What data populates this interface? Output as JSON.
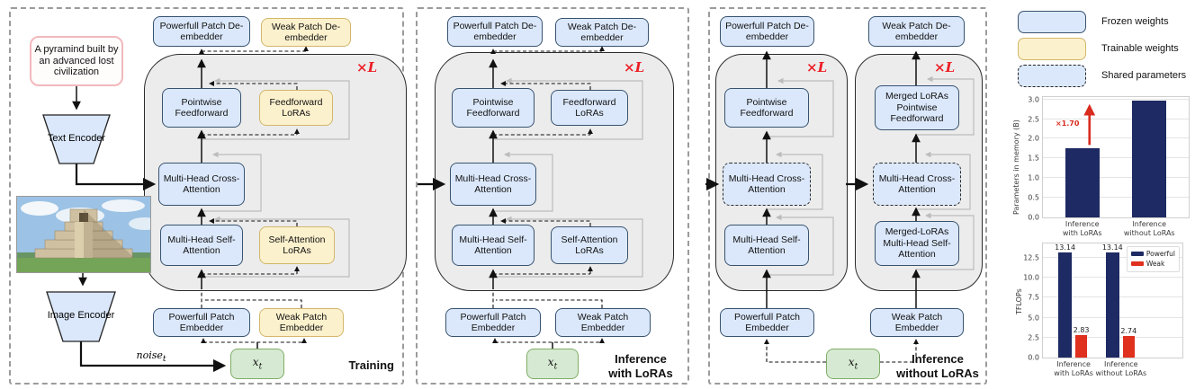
{
  "figure": {
    "panel1": {
      "label": "Training",
      "prompt": "A pyramind built by an advanced lost civilization",
      "text_encoder": "Text Encoder",
      "image_encoder": "Image Encoder",
      "noise_base": "noise",
      "noise_sub": "t",
      "xt_base": "x",
      "xt_sub": "t",
      "loop": "×L",
      "de_embedder_powerful": "Powerfull Patch De-embedder",
      "de_embedder_weak": "Weak Patch De-embedder",
      "pointwise_feedforward": "Pointwise Feedforward",
      "feedforward_loras": "Feedforward LoRAs",
      "cross_attention": "Multi-Head Cross-Attention",
      "self_attention": "Multi-Head Self-Attention",
      "self_attention_loras": "Self-Attention LoRAs",
      "embedder_powerful": "Powerfull Patch Embedder",
      "embedder_weak": "Weak Patch Embedder"
    },
    "panel2": {
      "label": "Inference with LoRAs",
      "xt_base": "x",
      "xt_sub": "t",
      "loop": "×L",
      "de_embedder_powerful": "Powerfull Patch De-embedder",
      "de_embedder_weak": "Weak Patch De-embedder",
      "pointwise_feedforward": "Pointwise Feedforward",
      "feedforward_loras": "Feedforward LoRAs",
      "cross_attention": "Multi-Head Cross-Attention",
      "self_attention": "Multi-Head Self-Attention",
      "self_attention_loras": "Self-Attention LoRAs",
      "embedder_powerful": "Powerfull Patch Embedder",
      "embedder_weak": "Weak Patch Embedder"
    },
    "panel3": {
      "label": "Inference without LoRAs",
      "xt_base": "x",
      "xt_sub": "t",
      "loop": "×L",
      "left": {
        "de_embedder": "Powerfull Patch De-embedder",
        "pointwise_feedforward": "Pointwise Feedforward",
        "cross_attention": "Multi-Head Cross-Attention",
        "self_attention": "Multi-Head Self-Attention",
        "embedder": "Powerfull Patch Embedder"
      },
      "right": {
        "de_embedder": "Weak Patch De-embedder",
        "pointwise_feedforward": "Merged LoRAs Pointwise Feedforward",
        "cross_attention": "Multi-Head Cross-Attention",
        "self_attention": "Merged-LoRAs Multi-Head Self-Attention",
        "embedder": "Weak Patch Embedder"
      }
    },
    "legend": {
      "items": [
        {
          "label": "Frozen weights"
        },
        {
          "label": "Trainable weights"
        },
        {
          "label": "Shared parameters"
        }
      ]
    },
    "colors": {
      "frozen_fill": "#dbe8fb",
      "frozen_border": "#38536f",
      "trainable_fill": "#fcf1cd",
      "trainable_border": "#d3b76a",
      "latent_fill": "#d6e9d2",
      "latent_border": "#7fae66",
      "loop_label": "#ed1c24",
      "prompt_border": "#f2b9bd",
      "bar_navy": "#1e2a63",
      "bar_red": "#e0301e"
    }
  },
  "chart_data": [
    {
      "type": "bar",
      "ylabel": "Parameters in memory (B)",
      "categories": [
        "Inference\nwith LoRAs",
        "Inference\nwithout LoRAs"
      ],
      "values": [
        1.75,
        2.97
      ],
      "ylim": [
        0,
        3.0
      ],
      "yticks": [
        0.0,
        0.5,
        1.0,
        1.5,
        2.0,
        2.5,
        3.0
      ],
      "bar_color": "#1e2a63",
      "grid": true,
      "annotation": {
        "text": "×1.70",
        "color": "#d92b1e"
      }
    },
    {
      "type": "bar",
      "ylabel": "TFLOPs",
      "categories": [
        "Inference\nwith LoRAs",
        "Inference\nwithout LoRAs"
      ],
      "series": [
        {
          "name": "Powerful",
          "values": [
            13.14,
            13.14
          ],
          "color": "#1e2a63"
        },
        {
          "name": "Weak",
          "values": [
            2.83,
            2.74
          ],
          "color": "#e0301e"
        }
      ],
      "ylim": [
        0,
        14.3
      ],
      "yticks": [
        0.0,
        2.5,
        5.0,
        7.5,
        10.0,
        12.5
      ],
      "data_labels": true,
      "grid": true,
      "legend_position": "upper right"
    }
  ]
}
